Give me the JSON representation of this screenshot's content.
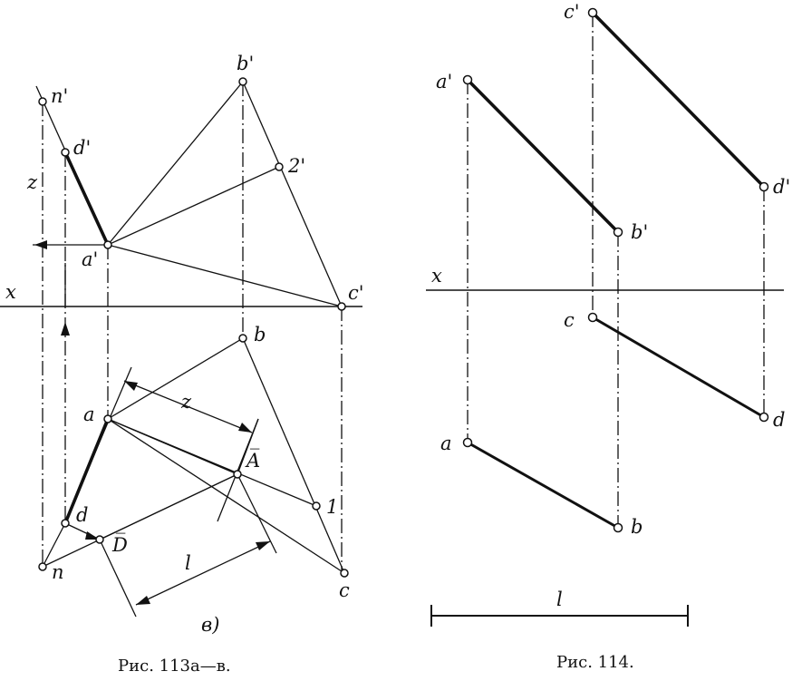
{
  "fig113": {
    "labels": {
      "n_prime": "n'",
      "d_prime": "d'",
      "a_prime": "a'",
      "b_prime": "b'",
      "two_prime": "2'",
      "c_prime": "c'",
      "x_axis": "x",
      "b": "b",
      "a": "a",
      "A_bar": "A̅",
      "one": "1",
      "d": "d",
      "D_bar": "D̅",
      "n": "n",
      "c": "c",
      "l": "l",
      "z_left": "z",
      "z_mid": "z",
      "part": "в)"
    },
    "caption": "Рис. 113а—в."
  },
  "fig114": {
    "labels": {
      "c_prime": "c'",
      "a_prime": "a'",
      "d_prime": "d'",
      "b_prime": "b'",
      "x_axis": "x",
      "c": "c",
      "d": "d",
      "a": "a",
      "b": "b",
      "l": "l"
    },
    "caption": "Рис. 114."
  }
}
